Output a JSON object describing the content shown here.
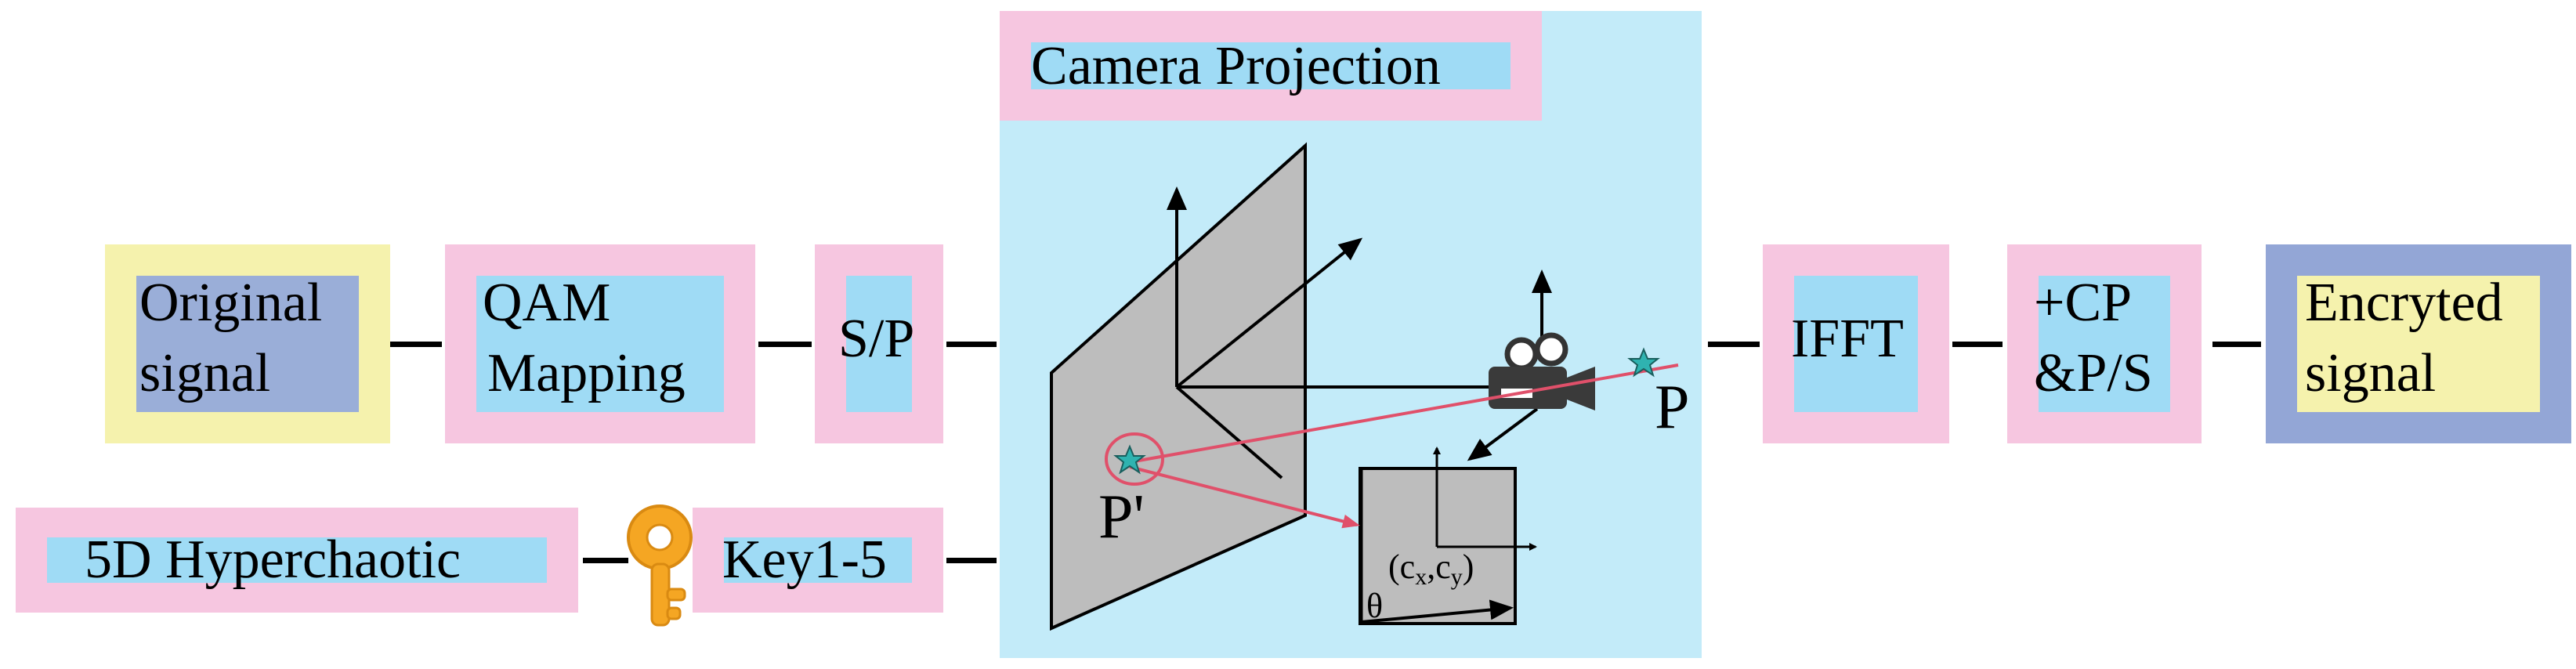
{
  "blocks": {
    "original_signal": [
      "Original",
      "signal"
    ],
    "qam_mapping": [
      "QAM",
      "Mapping"
    ],
    "sp": "S/P",
    "hyperchaotic": "5D Hyperchaotic",
    "key": "Key1-5",
    "camera_projection": "Camera Projection",
    "ifft": "IFFT",
    "cp_ps": [
      "+CP",
      "&P/S"
    ],
    "encrypted_signal": [
      "Encryted",
      "signal"
    ]
  },
  "labels": {
    "point_p": "P",
    "point_p_prime": "P'",
    "theta": "θ",
    "principal_point": "(c",
    "principal_sub_x": "x",
    "comma": ",c",
    "principal_sub_y": "y",
    "close_paren": ")"
  },
  "icons": {
    "key": "key-icon",
    "camera": "video-camera-icon",
    "star": "star-icon"
  },
  "colors": {
    "pink": "#f6c6e0",
    "cyan": "#9fdbf5",
    "panel_cyan": "#c3ebf9",
    "yellow": "#f5f2ad",
    "slate_blue": "#93a6d6",
    "ray_red": "#e0506a",
    "gray_plane": "#bdbdbd",
    "star_teal": "#2fb3b0",
    "key_gold": "#f5a623"
  }
}
